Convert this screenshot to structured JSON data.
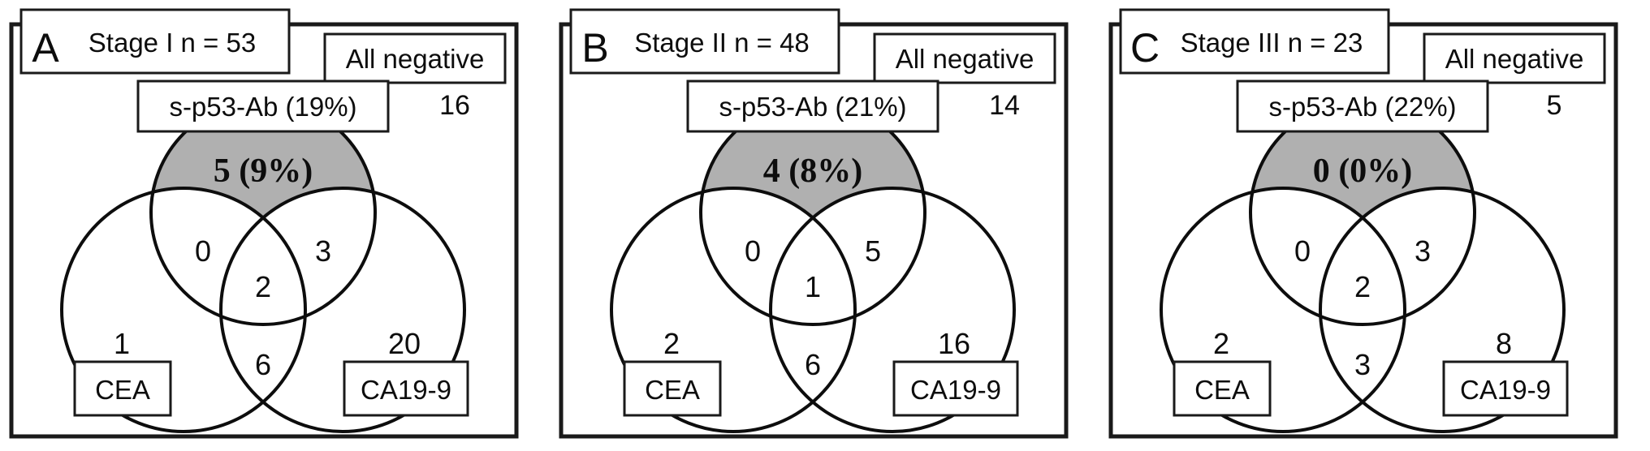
{
  "figure": {
    "description": "Three-panel Venn diagram figure of tumor marker positivity (s-p53-Ab, CEA, CA19-9) by disease stage",
    "shaded_region_color": "#b0b0b0",
    "line_color": "#0d0d0d",
    "background_color": "#ffffff",
    "panels": [
      {
        "letter": "A",
        "stage_label": "Stage I n = 53",
        "all_negative_label": "All negative",
        "all_negative_count": "16",
        "p53_label": "s-p53-Ab (19%)",
        "p53_only_count": "5 (9%)",
        "cea_label": "CEA",
        "ca199_label": "CA19-9",
        "regions": {
          "p53_cea": "0",
          "p53_ca199": "3",
          "all_three": "2",
          "cea_only": "1",
          "cea_ca199": "6",
          "ca199_only": "20"
        }
      },
      {
        "letter": "B",
        "stage_label": "Stage II n = 48",
        "all_negative_label": "All negative",
        "all_negative_count": "14",
        "p53_label": "s-p53-Ab (21%)",
        "p53_only_count": "4 (8%)",
        "cea_label": "CEA",
        "ca199_label": "CA19-9",
        "regions": {
          "p53_cea": "0",
          "p53_ca199": "5",
          "all_three": "1",
          "cea_only": "2",
          "cea_ca199": "6",
          "ca199_only": "16"
        }
      },
      {
        "letter": "C",
        "stage_label": "Stage III n = 23",
        "all_negative_label": "All negative",
        "all_negative_count": "5",
        "p53_label": "s-p53-Ab (22%)",
        "p53_only_count": "0 (0%)",
        "cea_label": "CEA",
        "ca199_label": "CA19-9",
        "regions": {
          "p53_cea": "0",
          "p53_ca199": "3",
          "all_three": "2",
          "cea_only": "2",
          "cea_ca199": "3",
          "ca199_only": "8"
        }
      }
    ]
  }
}
